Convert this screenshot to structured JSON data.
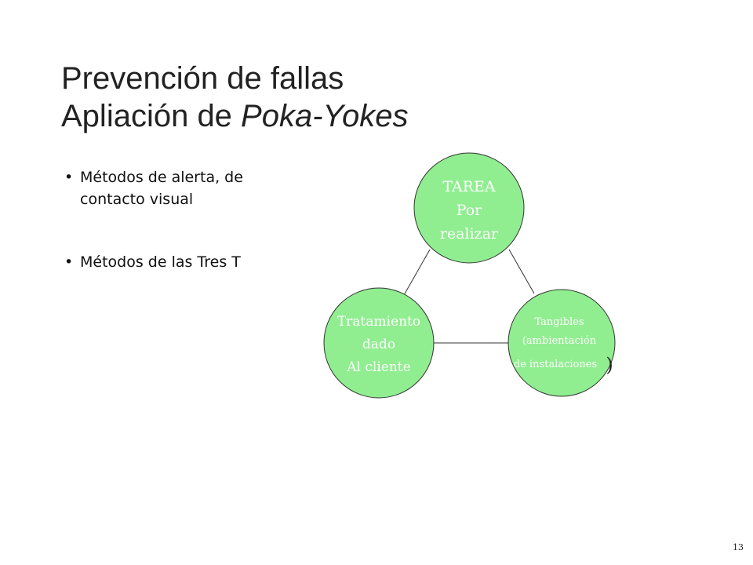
{
  "slide": {
    "title_line1": "Prevención de fallas",
    "title_line2_prefix": "Apliación de ",
    "title_line2_italic": "Poka-Yokes",
    "bullets": [
      {
        "line1": "Métodos de alerta, de",
        "line2": "contacto visual"
      },
      {
        "line1": "Métodos de las Tres T"
      }
    ],
    "page_number": "13"
  },
  "diagram": {
    "node_color": "#90ee90",
    "nodes": {
      "tarea": {
        "lines": [
          "TAREA",
          "Por",
          "realizar"
        ]
      },
      "tratamiento": {
        "lines": [
          "Tratamiento",
          "dado",
          "Al cliente"
        ]
      },
      "tangibles": {
        "lines": [
          "Tangibles",
          "(ambientación",
          "de instalaciones",
          ")"
        ]
      }
    }
  }
}
